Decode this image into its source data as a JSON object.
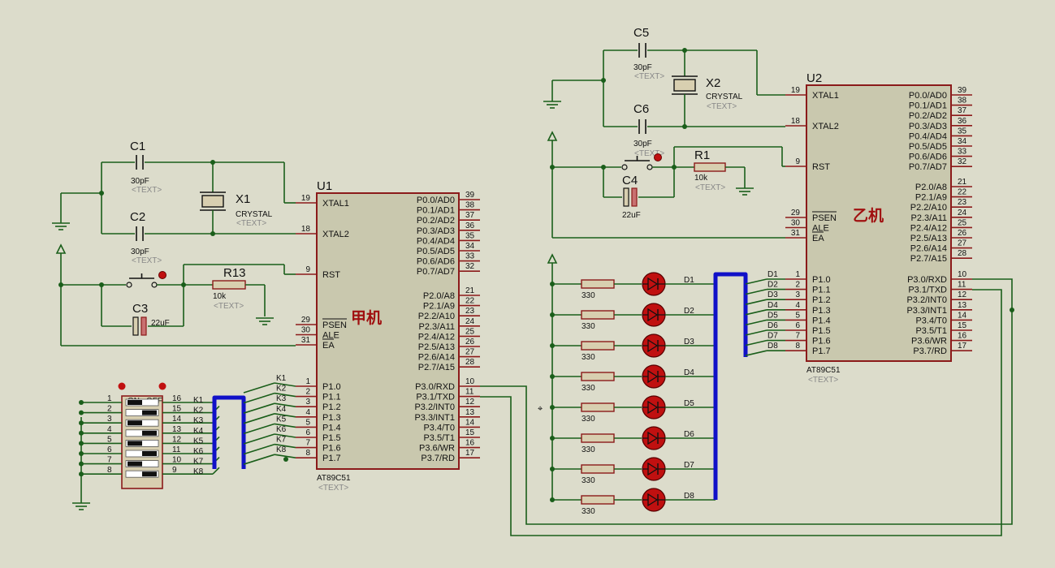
{
  "u1": {
    "ref": "U1",
    "part": "AT89C51",
    "text": "<TEXT>",
    "title": "甲机",
    "left_pins": [
      {
        "name": "XTAL1",
        "num": "19"
      },
      {
        "name": "XTAL2",
        "num": "18"
      },
      {
        "name": "RST",
        "num": "9"
      },
      {
        "name": "PSEN",
        "num": "29"
      },
      {
        "name": "ALE",
        "num": "30"
      },
      {
        "name": "EA",
        "num": "31"
      },
      {
        "name": "P1.0",
        "num": "1"
      },
      {
        "name": "P1.1",
        "num": "2"
      },
      {
        "name": "P1.2",
        "num": "3"
      },
      {
        "name": "P1.3",
        "num": "4"
      },
      {
        "name": "P1.4",
        "num": "5"
      },
      {
        "name": "P1.5",
        "num": "6"
      },
      {
        "name": "P1.6",
        "num": "7"
      },
      {
        "name": "P1.7",
        "num": "8"
      }
    ],
    "right_pins": [
      {
        "name": "P0.0/AD0",
        "num": "39"
      },
      {
        "name": "P0.1/AD1",
        "num": "38"
      },
      {
        "name": "P0.2/AD2",
        "num": "37"
      },
      {
        "name": "P0.3/AD3",
        "num": "36"
      },
      {
        "name": "P0.4/AD4",
        "num": "35"
      },
      {
        "name": "P0.5/AD5",
        "num": "34"
      },
      {
        "name": "P0.6/AD6",
        "num": "33"
      },
      {
        "name": "P0.7/AD7",
        "num": "32"
      },
      {
        "name": "P2.0/A8",
        "num": "21"
      },
      {
        "name": "P2.1/A9",
        "num": "22"
      },
      {
        "name": "P2.2/A10",
        "num": "23"
      },
      {
        "name": "P2.3/A11",
        "num": "24"
      },
      {
        "name": "P2.4/A12",
        "num": "25"
      },
      {
        "name": "P2.5/A13",
        "num": "26"
      },
      {
        "name": "P2.6/A14",
        "num": "27"
      },
      {
        "name": "P2.7/A15",
        "num": "28"
      },
      {
        "name": "P3.0/RXD",
        "num": "10"
      },
      {
        "name": "P3.1/TXD",
        "num": "11"
      },
      {
        "name": "P3.2/INT0",
        "num": "12"
      },
      {
        "name": "P3.3/INT1",
        "num": "13"
      },
      {
        "name": "P3.4/T0",
        "num": "14"
      },
      {
        "name": "P3.5/T1",
        "num": "15"
      },
      {
        "name": "P3.6/WR",
        "num": "16"
      },
      {
        "name": "P3.7/RD",
        "num": "17"
      }
    ]
  },
  "u2": {
    "ref": "U2",
    "part": "AT89C51",
    "text": "<TEXT>",
    "title": "乙机",
    "left_pins": [
      {
        "name": "XTAL1",
        "num": "19"
      },
      {
        "name": "XTAL2",
        "num": "18"
      },
      {
        "name": "RST",
        "num": "9"
      },
      {
        "name": "PSEN",
        "num": "29"
      },
      {
        "name": "ALE",
        "num": "30"
      },
      {
        "name": "EA",
        "num": "31"
      },
      {
        "name": "P1.0",
        "num": "1"
      },
      {
        "name": "P1.1",
        "num": "2"
      },
      {
        "name": "P1.2",
        "num": "3"
      },
      {
        "name": "P1.3",
        "num": "4"
      },
      {
        "name": "P1.4",
        "num": "5"
      },
      {
        "name": "P1.5",
        "num": "6"
      },
      {
        "name": "P1.6",
        "num": "7"
      },
      {
        "name": "P1.7",
        "num": "8"
      }
    ],
    "right_pins": [
      {
        "name": "P0.0/AD0",
        "num": "39"
      },
      {
        "name": "P0.1/AD1",
        "num": "38"
      },
      {
        "name": "P0.2/AD2",
        "num": "37"
      },
      {
        "name": "P0.3/AD3",
        "num": "36"
      },
      {
        "name": "P0.4/AD4",
        "num": "35"
      },
      {
        "name": "P0.5/AD5",
        "num": "34"
      },
      {
        "name": "P0.6/AD6",
        "num": "33"
      },
      {
        "name": "P0.7/AD7",
        "num": "32"
      },
      {
        "name": "P2.0/A8",
        "num": "21"
      },
      {
        "name": "P2.1/A9",
        "num": "22"
      },
      {
        "name": "P2.2/A10",
        "num": "23"
      },
      {
        "name": "P2.3/A11",
        "num": "24"
      },
      {
        "name": "P2.4/A12",
        "num": "25"
      },
      {
        "name": "P2.5/A13",
        "num": "26"
      },
      {
        "name": "P2.6/A14",
        "num": "27"
      },
      {
        "name": "P2.7/A15",
        "num": "28"
      },
      {
        "name": "P3.0/RXD",
        "num": "10"
      },
      {
        "name": "P3.1/TXD",
        "num": "11"
      },
      {
        "name": "P3.2/INT0",
        "num": "12"
      },
      {
        "name": "P3.3/INT1",
        "num": "13"
      },
      {
        "name": "P3.4/T0",
        "num": "14"
      },
      {
        "name": "P3.5/T1",
        "num": "15"
      },
      {
        "name": "P3.6/WR",
        "num": "16"
      },
      {
        "name": "P3.7/RD",
        "num": "17"
      }
    ]
  },
  "left_osc": {
    "c1": {
      "ref": "C1",
      "value": "30pF",
      "text": "<TEXT>"
    },
    "c2": {
      "ref": "C2",
      "value": "30pF",
      "text": "<TEXT>"
    },
    "x1": {
      "ref": "X1",
      "value": "CRYSTAL",
      "text": "<TEXT>"
    },
    "c3": {
      "ref": "C3",
      "value": "22uF"
    },
    "r13": {
      "ref": "R13",
      "value": "10k",
      "text": "<TEXT>"
    }
  },
  "right_osc": {
    "c5": {
      "ref": "C5",
      "value": "30pF",
      "text": "<TEXT>"
    },
    "c6": {
      "ref": "C6",
      "value": "30pF",
      "text": "<TEXT>"
    },
    "x2": {
      "ref": "X2",
      "value": "CRYSTAL",
      "text": "<TEXT>"
    },
    "c4": {
      "ref": "C4",
      "value": "22uF"
    },
    "r1": {
      "ref": "R1",
      "value": "10k",
      "text": "<TEXT>"
    }
  },
  "dip_switch": {
    "on_label": "ON",
    "off_label": "OFF",
    "left_nums": [
      "1",
      "2",
      "3",
      "4",
      "5",
      "6",
      "7",
      "8"
    ],
    "right_nums": [
      "16",
      "15",
      "14",
      "13",
      "12",
      "11",
      "10",
      "9"
    ],
    "k_labels": [
      "K1",
      "K2",
      "K3",
      "K4",
      "K5",
      "K6",
      "K7",
      "K8"
    ]
  },
  "u1_net_labels": [
    "K1",
    "K2",
    "K3",
    "K4",
    "K5",
    "K6",
    "K7",
    "K8"
  ],
  "leds": {
    "resistor_value": "330",
    "diodes": [
      "D1",
      "D2",
      "D3",
      "D4",
      "D5",
      "D6",
      "D7",
      "D8"
    ]
  },
  "u2_net_labels": [
    "D1",
    "D2",
    "D3",
    "D4",
    "D5",
    "D6",
    "D7",
    "D8"
  ]
}
